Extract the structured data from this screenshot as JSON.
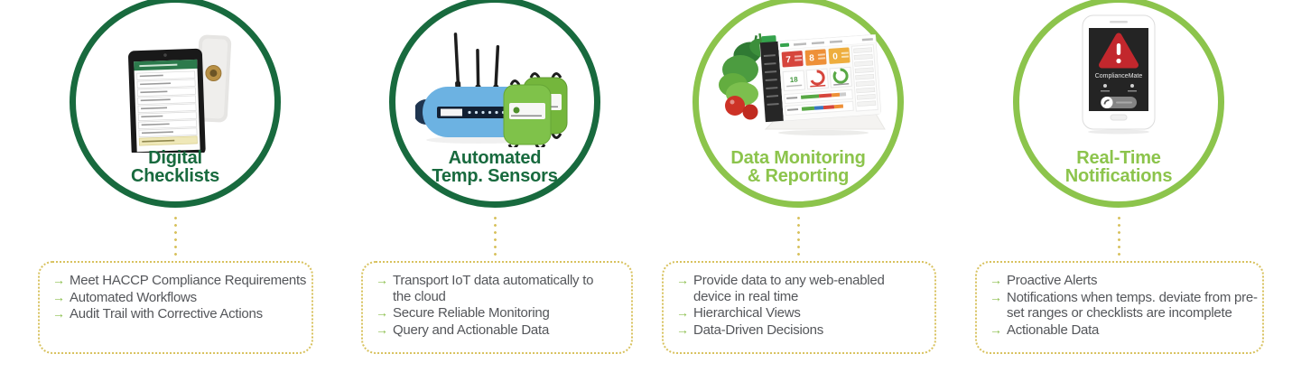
{
  "colors": {
    "dark_green": "#186a3e",
    "light_green": "#8cc44c",
    "gold_dots": "#d8c25f",
    "bullet_text": "#54565a",
    "arrow_green": "#8bbf4d",
    "alert_red": "#c2272d",
    "router_blue": "#6cb2e2",
    "sensor_green": "#7fc24a"
  },
  "bullet_marker": "→",
  "columns": [
    {
      "title_lines": [
        "Digital",
        "Checklists"
      ],
      "image": "tablet-checklist-image",
      "bullets": [
        "Meet HACCP Compliance Requirements",
        "Automated Workflows",
        "Audit Trail with Corrective Actions"
      ]
    },
    {
      "title_lines": [
        "Automated",
        "Temp. Sensors"
      ],
      "image": "router-sensors-image",
      "bullets": [
        "Transport IoT data automatically to the cloud",
        "Secure Reliable Monitoring",
        "Query and Actionable Data"
      ]
    },
    {
      "title_lines": [
        "Data Monitoring",
        "& Reporting"
      ],
      "image": "dashboard-image",
      "bullets": [
        "Provide data to any web-enabled device in real time",
        "Hierarchical Views",
        "Data-Driven Decisions"
      ]
    },
    {
      "title_lines": [
        "Real-Time",
        "Notifications"
      ],
      "image": "phone-alert-image",
      "bullets": [
        "Proactive Alerts",
        "Notifications when temps. deviate from pre-set ranges or checklists are incomplete",
        "Actionable Data"
      ]
    }
  ],
  "dashboard_screen": {
    "card1_value": "7",
    "card2_value": "8",
    "card3_value": "0",
    "stat_value": "18"
  },
  "phone_screen": {
    "app_name": "ComplianceMate"
  }
}
